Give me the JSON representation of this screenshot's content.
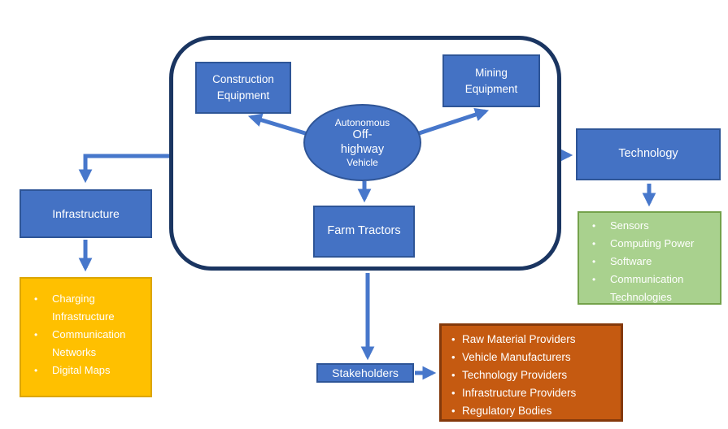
{
  "hub_group": {
    "construction_label": "Construction Equipment",
    "mining_label": "Mining Equipment",
    "farm_label": "Farm Tractors",
    "hub_lines": [
      "Autonomous",
      "Off-",
      "highway",
      "Vehicle"
    ]
  },
  "infrastructure": {
    "label": "Infrastructure",
    "items": [
      "Charging Infrastructure",
      "Communication Networks",
      "Digital Maps"
    ]
  },
  "technology": {
    "label": "Technology",
    "items": [
      "Sensors",
      "Computing Power",
      "Software",
      "Communication Technologies"
    ]
  },
  "stakeholders": {
    "label": "Stakeholders",
    "items": [
      "Raw Material Providers",
      "Vehicle Manufacturers",
      "Technology Providers",
      "Infrastructure Providers",
      "Regulatory Bodies"
    ]
  },
  "colors": {
    "node_blue": "#4472c4",
    "node_blue_border": "#2e5597",
    "group_outline": "#1a3561",
    "arrow_blue": "#4777cb",
    "infrastructure_fill": "#ffc000",
    "infrastructure_border": "#dca602",
    "technology_fill": "#a9d18e",
    "technology_border": "#74a24b",
    "stakeholders_fill": "#c55a11",
    "stakeholders_border": "#84390b",
    "text_on_color": "#ffffff"
  }
}
